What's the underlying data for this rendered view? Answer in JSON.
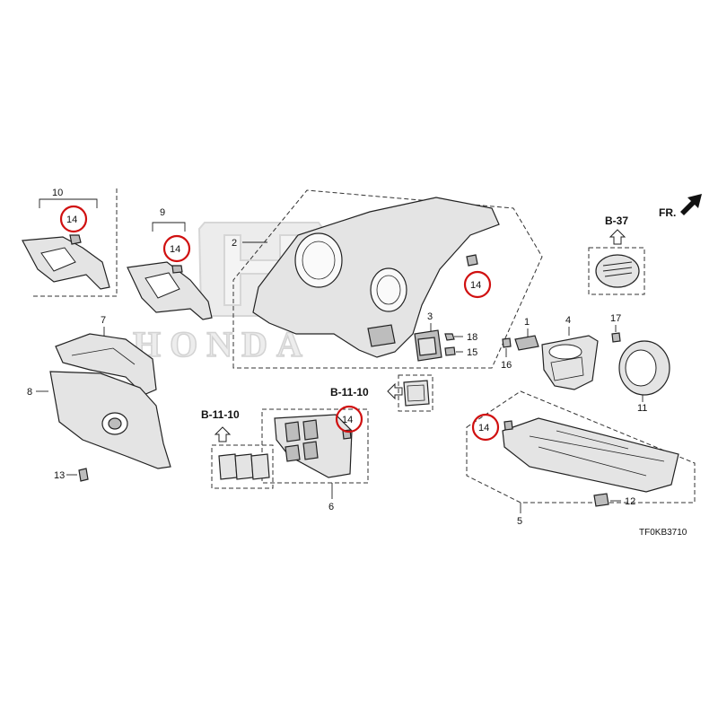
{
  "brand_watermark": "HONDA",
  "direction_label": "FR.",
  "diagram_code": "TF0KB3710",
  "ref_labels": [
    "B-37",
    "B-11-10",
    "B-11-10"
  ],
  "callouts": [
    "1",
    "2",
    "3",
    "4",
    "5",
    "6",
    "7",
    "8",
    "9",
    "10",
    "11",
    "12",
    "13",
    "15",
    "16",
    "17",
    "18"
  ],
  "highlighted_label": "14",
  "highlight_color": "#d01010"
}
